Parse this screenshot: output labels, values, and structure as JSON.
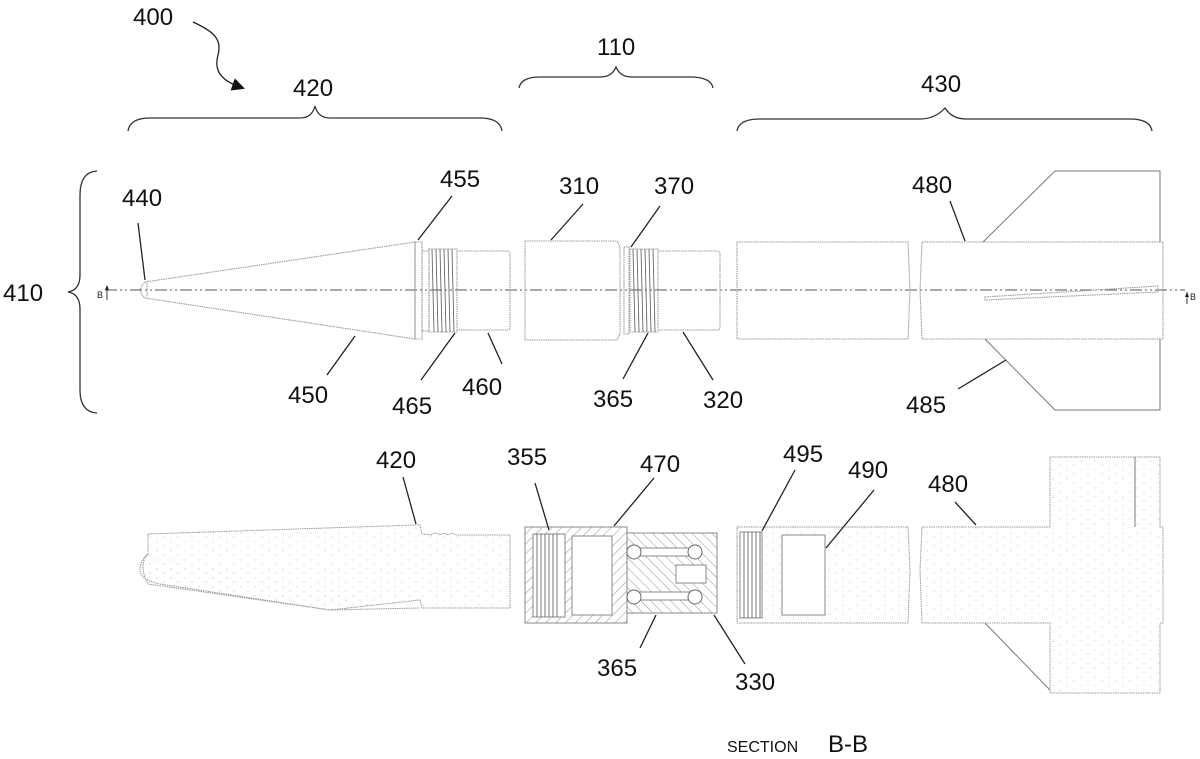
{
  "figure": {
    "assembly_label": "400",
    "section_caption_prefix": "SECTION",
    "section_caption_id": "B-B",
    "section_marker": "B"
  },
  "top_view": {
    "braces": [
      {
        "ref": "410",
        "meaning": "overall assembly (vertical brace)"
      },
      {
        "ref": "420",
        "meaning": "nose section"
      },
      {
        "ref": "110",
        "meaning": "coupler"
      },
      {
        "ref": "430",
        "meaning": "tail section"
      }
    ],
    "callouts": [
      "440",
      "455",
      "450",
      "465",
      "460",
      "310",
      "370",
      "365",
      "320",
      "480",
      "485"
    ]
  },
  "section_view": {
    "callouts": [
      "420",
      "355",
      "470",
      "365",
      "330",
      "495",
      "490",
      "480"
    ]
  }
}
